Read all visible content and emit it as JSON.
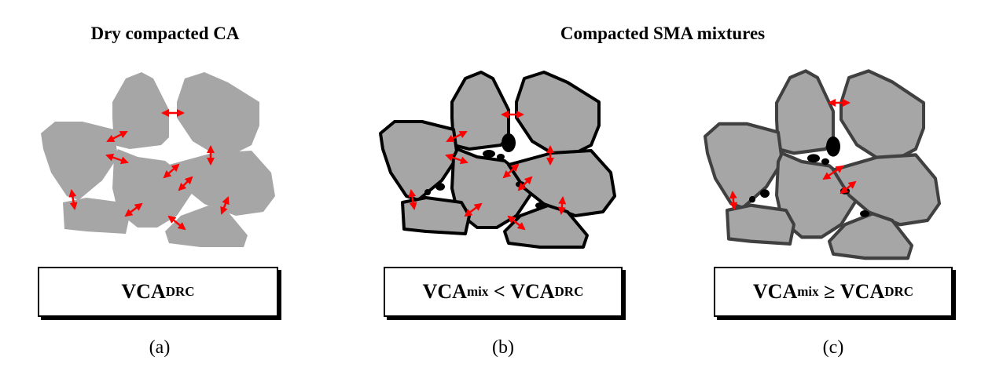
{
  "titles": {
    "left": "Dry compacted CA",
    "right": "Compacted SMA mixtures"
  },
  "panels": [
    {
      "caption": "(a)",
      "label_main": "VCA",
      "label_sub": "DRC",
      "relation": "",
      "rhs_main": "",
      "rhs_sub": ""
    },
    {
      "caption": "(b)",
      "label_main": "VCA",
      "label_sub": "mix",
      "relation": " < ",
      "rhs_main": "VCA",
      "rhs_sub": "DRC"
    },
    {
      "caption": "(c)",
      "label_main": "VCA",
      "label_sub": "mix",
      "relation": " ≥ ",
      "rhs_main": "VCA",
      "rhs_sub": "DRC"
    }
  ],
  "colors": {
    "aggregate": "#a6a6a6",
    "arrow": "#ff0000",
    "fines": "#000000",
    "outline_b": "#000000",
    "outline_c": "#404040"
  }
}
